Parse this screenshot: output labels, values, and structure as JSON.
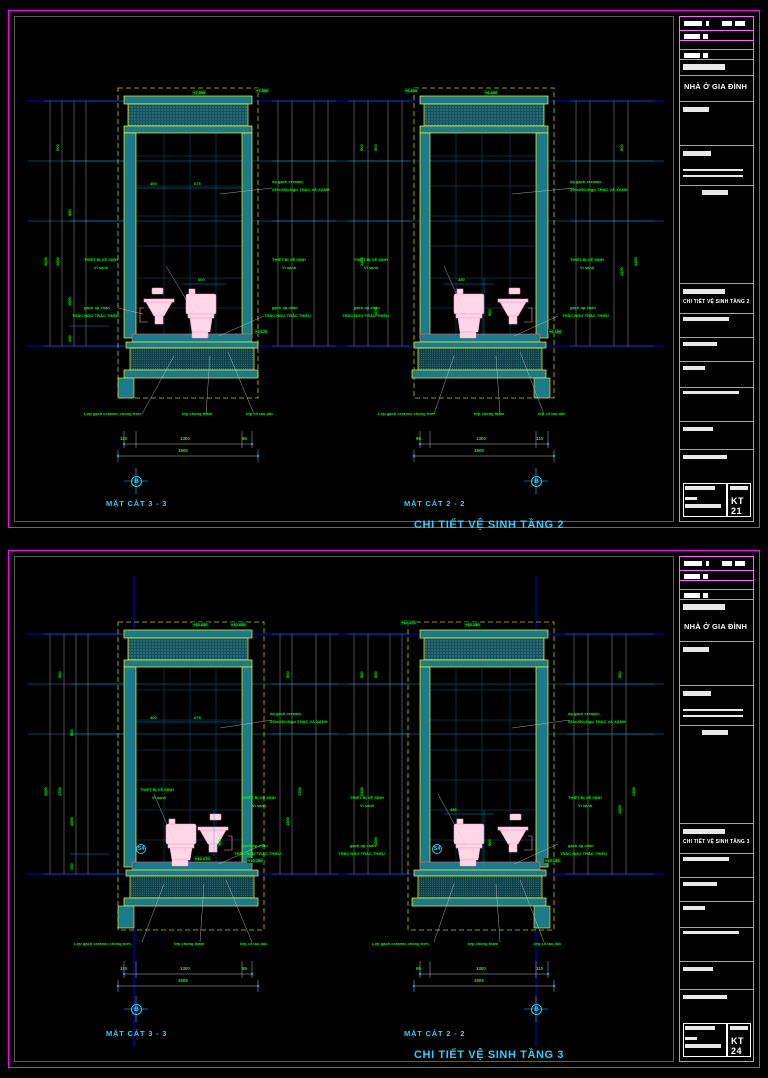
{
  "document": {
    "type": "autocad-drawing",
    "background": "#000000",
    "frame_color": "#ff00ff",
    "sheets": [
      {
        "id": "sheet-floor2",
        "title": "CHI TIẾT VỆ SINH TẦNG 2",
        "sections": [
          {
            "label": "MẶT CẮT 3 - 3",
            "grid_bubble": "B",
            "elevations": [
              "+7.500",
              "+7.500",
              "+3.170"
            ],
            "room_dims": [
              "400",
              "675",
              "600"
            ],
            "bottom_dims": [
              "110",
              "1300",
              "95"
            ],
            "total_dim": "1505",
            "vert_dims": [
              "500",
              "450",
              "1900",
              "150",
              "1500",
              "2000"
            ],
            "annotations": [
              "ốp gạch ceramic",
              "250x250=Ngừ THẠC VÀ XANH",
              "THIẾT BỊ VỆ SINH",
              "Vì sành",
              "gạch ốp chân",
              "TRẮC NGỰ TRẮC THIỀU",
              "Lợp gạch ceramic chống trơn",
              "lớp chống thấm",
              "lớp c/t tạo dốc"
            ]
          },
          {
            "label": "MẶT CẮT 2 - 2",
            "grid_bubble": "B",
            "elevations": [
              "+6.600",
              "+6.600",
              "+6.150"
            ],
            "room_dims": [
              "450",
              "900"
            ],
            "bottom_dims": [
              "95",
              "1300",
              "110"
            ],
            "total_dim": "1505",
            "vert_dims": [
              "500",
              "500",
              "2400",
              "1200",
              "150"
            ],
            "annotations": [
              "ốp gạch ceramic",
              "250x250=Ngừ THẠC VÀ XANH",
              "THIẾT BỊ VỆ SINH",
              "Vì sành",
              "gạch ốp chân",
              "TRẮC NGỰ TRẮC THIỀU",
              "Lợp gạch ceramic chống trơn",
              "lớp chống thấm",
              "lớp c/t tạo dốc"
            ]
          }
        ],
        "title_block": {
          "project": "NHÀ Ở GIA ĐÌNH",
          "drawing_name": "CHI TIẾT VỆ SINH TẦNG 2",
          "sheet_no": "KT 21"
        }
      },
      {
        "id": "sheet-floor3",
        "title": "CHI TIẾT VỆ SINH TẦNG 3",
        "sections": [
          {
            "label": "MẶT CẮT 3 - 3",
            "grid_bubble": "B",
            "detail_bubble": "S4",
            "elevations": [
              "+10.650",
              "+10.650",
              "+10.170",
              "+10.150"
            ],
            "room_dims": [
              "400",
              "675",
              "900"
            ],
            "bottom_dims": [
              "110",
              "1300",
              "95"
            ],
            "total_dim": "1505",
            "vert_dims": [
              "500",
              "600",
              "1500",
              "1700",
              "2000",
              "150"
            ],
            "annotations": [
              "ốp gạch ceramic",
              "250x250=Ngừ THẠC VÀ XANH",
              "THIẾT BỊ VỆ SINH",
              "Vì sành",
              "gạch ốp chân",
              "TRẮC NGỰ TRẮC THIỀU",
              "Lợp gạch ceramic chống trơn",
              "lớp chống thấm",
              "lớp c/t tạo dốc"
            ]
          },
          {
            "label": "MẶT CẮT 2 - 2",
            "grid_bubble": "B",
            "detail_bubble": "S4",
            "elevations": [
              "+10.170",
              "+10.150",
              "+10.150"
            ],
            "room_dims": [
              "450",
              "900"
            ],
            "bottom_dims": [
              "95",
              "1300",
              "110"
            ],
            "total_dim": "1505",
            "vert_dims": [
              "500",
              "500",
              "2400",
              "1200",
              "150"
            ],
            "annotations": [
              "ốp gạch ceramic",
              "250x250=Ngừ THẠC VÀ XANH",
              "THIẾT BỊ VỆ SINH",
              "Vì sành",
              "gạch ốp chân",
              "TRẮC NGỰ TRẮC THIỀU",
              "Lợp gạch ceramic chống trơn",
              "lớp chống thấm",
              "lớp c/t tạo dốc"
            ]
          }
        ],
        "title_block": {
          "project": "NHÀ Ở GIA ĐÌNH",
          "drawing_name": "CHI TIẾT VỆ SINH TẦNG 3",
          "sheet_no": "KT 24"
        }
      }
    ],
    "palette": {
      "wall_hatch": "#1b7a8c",
      "slab_outline": "#ffff00",
      "tile_grid": "#0077aa",
      "fixture": "#ffccdd",
      "dim_text": "#00ff00",
      "center_line": "#0000cc",
      "bubble": "#33ccff",
      "title_text": "#33ccff"
    }
  }
}
